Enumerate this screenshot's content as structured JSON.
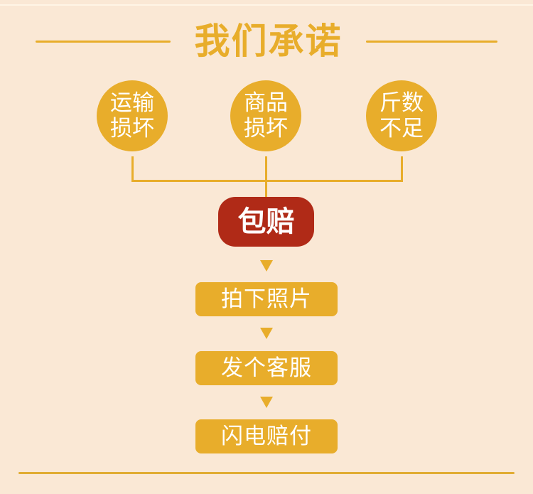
{
  "title": "我们承诺",
  "conditions": [
    {
      "line1": "运输",
      "line2": "损坏"
    },
    {
      "line1": "商品",
      "line2": "损坏"
    },
    {
      "line1": "斤数",
      "line2": "不足"
    }
  ],
  "result_badge": "包赔",
  "steps": [
    "拍下照片",
    "发个客服",
    "闪电赔付"
  ],
  "colors": {
    "background": "#fae8d5",
    "accent_gold": "#e8ad2b",
    "badge_red": "#b02a17",
    "text_white": "#ffffff"
  }
}
